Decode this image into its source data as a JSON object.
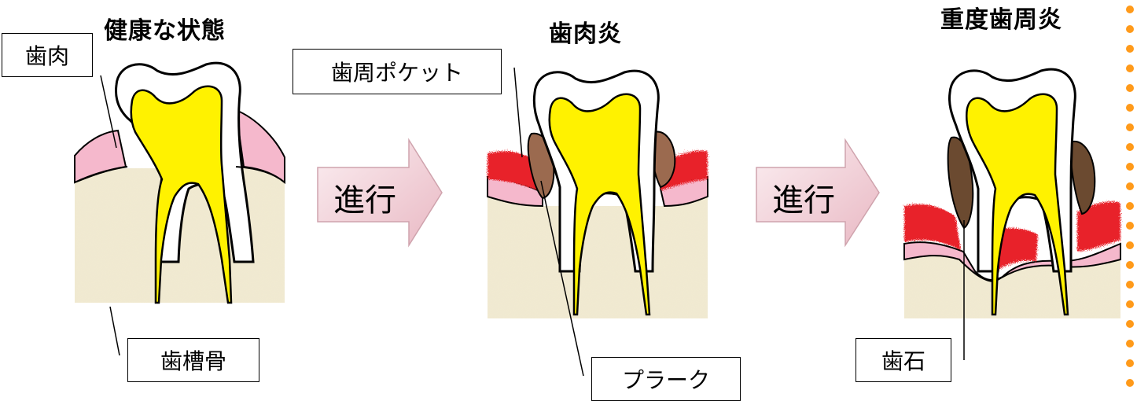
{
  "stages": [
    {
      "title": "健康な状態"
    },
    {
      "title": "歯肉炎"
    },
    {
      "title": "重度歯周炎"
    }
  ],
  "labels": {
    "gum": "歯肉",
    "alveolar_bone": "歯槽骨",
    "periodontal_pocket": "歯周ポケット",
    "plaque": "プラーク",
    "tartar": "歯石"
  },
  "arrows": [
    {
      "text": "進行"
    },
    {
      "text": "進行"
    }
  ],
  "colors": {
    "bone": "#f2ead2",
    "gum_healthy": "#f5b8cc",
    "gum_inflamed": "#e8202a",
    "pulp": "#fff200",
    "plaque": "#9b6a4f",
    "tartar": "#6b4a30",
    "arrow_fill": "#f6dde2",
    "dots": "#ff9a1a"
  }
}
